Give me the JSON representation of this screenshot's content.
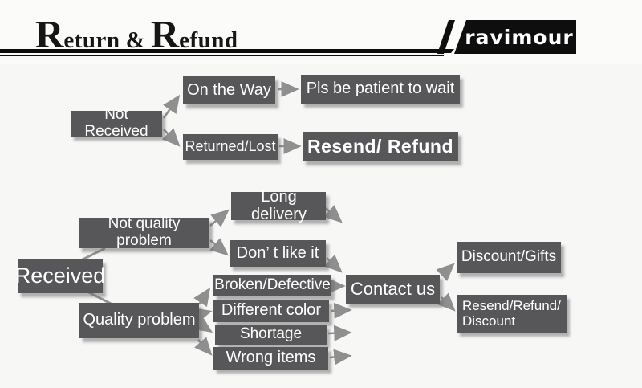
{
  "header": {
    "title": "Return & Refund",
    "title_parts": {
      "initial1": "R",
      "rest1": "eturn",
      "connector": "&",
      "initial2": "R",
      "rest2": "efund"
    },
    "logo_text": "ravimour"
  },
  "flowchart": {
    "nodes": {
      "not_received": {
        "label": "Not Received"
      },
      "on_the_way": {
        "label": "On the Way"
      },
      "pls_patient": {
        "label": "Pls be patient to wait"
      },
      "returned_lost": {
        "label": "Returned/Lost"
      },
      "resend_refund": {
        "label": "Resend/ Refund"
      },
      "long_delivery": {
        "label": "Long delivery"
      },
      "not_quality": {
        "label": "Not quality problem"
      },
      "dont_like": {
        "label": "Don’ t like it"
      },
      "received": {
        "label": "Received"
      },
      "broken_defective": {
        "label": "Broken/Defective"
      },
      "contact_us": {
        "label": "Contact us"
      },
      "different_color": {
        "label": "Different color"
      },
      "quality_problem": {
        "label": "Quality problem"
      },
      "shortage": {
        "label": "Shortage"
      },
      "wrong_items": {
        "label": "Wrong items"
      },
      "discount_gifts": {
        "label": "Discount/Gifts"
      },
      "resend_discount": {
        "label": "Resend/Refund/\nDiscount"
      }
    }
  },
  "colors": {
    "node_bg": "#57575a",
    "node_text": "#ffffff",
    "arrow": "#8f8f8f",
    "header_rule": "#0e0e0e",
    "logo_bg": "#0e0e0e",
    "logo_text": "#ffffff",
    "canvas_bg": "#f7f7f6"
  }
}
